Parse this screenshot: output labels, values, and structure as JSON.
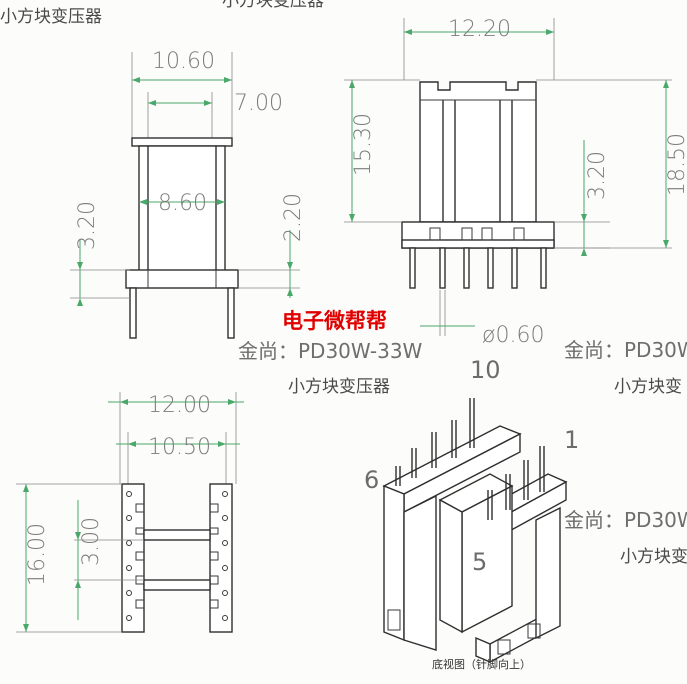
{
  "header": {
    "label_top_left": "小方块变压器",
    "label_top_center": "小方块变压器"
  },
  "watermark": "电子微帮帮",
  "front_view": {
    "dim_overall_width": "10.60",
    "dim_inner_width": "7.00",
    "dim_core_width": "8.60",
    "dim_left_height": "3.20",
    "dim_right_height": "2.20"
  },
  "side_view": {
    "dim_width": "12.20",
    "dim_body_height": "15.30",
    "dim_base_height": "3.20",
    "dim_total_height": "18.50",
    "dim_pin_diameter": "ø0.60"
  },
  "model": {
    "brand_model": "金尚：PD30W-33W",
    "name": "小方块变压器",
    "brand_model_partial_1": "金尚：PD30W",
    "name_partial_1": "小方块变",
    "brand_model_partial_2": "金尚：PD30W",
    "name_partial_2": "小方块变"
  },
  "bottom_view": {
    "dim_outer_width": "12.00",
    "dim_inner_width": "10.50",
    "dim_height": "16.00",
    "dim_slot": "3.00"
  },
  "iso_view": {
    "pin_10": "10",
    "pin_1": "1",
    "pin_6": "6",
    "pin_5": "5",
    "caption": "底视图（针脚向上）"
  }
}
